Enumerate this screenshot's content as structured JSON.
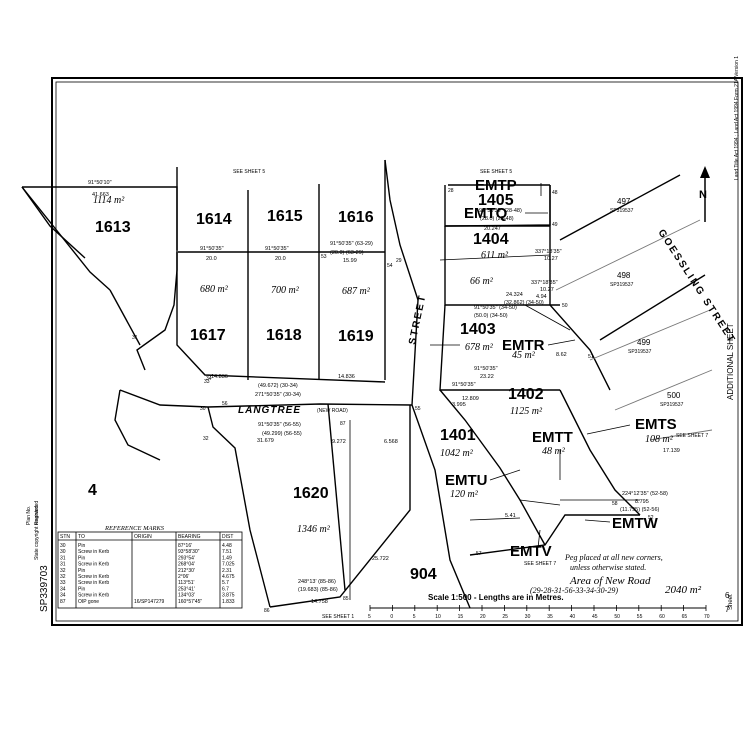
{
  "plan_number": "SP339703",
  "sheet": {
    "label": "Sheet",
    "number": "6",
    "total": "7"
  },
  "margin": {
    "top_right": "Land Title Act 1994 ; Land Act 1994 Form 21A Version 1",
    "left_top": "Plan No.",
    "left_copyright": "State copyright reserved.",
    "left_rcontrol": "Registered"
  },
  "additional_sheet": "ADDITIONAL SHEET",
  "north": "N",
  "sheet_refs": {
    "top_left": "SEE SHEET 5",
    "top_mid": "SEE SHEET 5",
    "right": "SEE SHEET 7",
    "bottom_mid": "SEE SHEET 7",
    "bottom_left": "SEE SHEET 1"
  },
  "roads": {
    "langtree": "LANGTREE",
    "langtree_note": "(NEW ROAD)",
    "street": "STREET",
    "goessling": "GOESSLING STREET"
  },
  "lots": [
    {
      "no": "1613",
      "area": "1114 m²"
    },
    {
      "no": "1614",
      "area": ""
    },
    {
      "no": "1615",
      "area": ""
    },
    {
      "no": "1616",
      "area": ""
    },
    {
      "no": "1617",
      "area": "680 m²"
    },
    {
      "no": "1618",
      "area": "700 m²"
    },
    {
      "no": "1619",
      "area": "687 m²"
    },
    {
      "no": "1620",
      "area": "1346 m²"
    },
    {
      "no": "1405",
      "area": ""
    },
    {
      "no": "1404",
      "area": "611 m²"
    },
    {
      "no": "1403",
      "area": "678 m²"
    },
    {
      "no": "1402",
      "area": "1125 m²"
    },
    {
      "no": "1401",
      "area": "1042 m²"
    },
    {
      "no": "4",
      "area": ""
    },
    {
      "no": "904",
      "area": ""
    }
  ],
  "easements": [
    {
      "id": "EMTP",
      "area": ""
    },
    {
      "id": "EMTQ",
      "area": "66 m²"
    },
    {
      "id": "EMTR",
      "area": "45 m²"
    },
    {
      "id": "EMTS",
      "area": "108 m²"
    },
    {
      "id": "EMTT",
      "area": "48 m²"
    },
    {
      "id": "EMTU",
      "area": "120 m²"
    },
    {
      "id": "EMTV",
      "area": ""
    },
    {
      "id": "EMTW",
      "area": ""
    }
  ],
  "adjoining": [
    {
      "lot": "497",
      "plan": "SP319537"
    },
    {
      "lot": "498",
      "plan": "SP319537"
    },
    {
      "lot": "499",
      "plan": "SP319537"
    },
    {
      "lot": "500",
      "plan": "SP319537"
    }
  ],
  "dimensions": {
    "d1": "91°50'10\"",
    "d2": "41.663",
    "d3": "91°50'35\"",
    "d4": "20.0",
    "d5": "91°50'35\"",
    "d6": "20.0",
    "d7": "91°50'35\" (63-29)",
    "d8": "(20.0) (63-29)",
    "d9": "15.99",
    "d10": "14.836",
    "d11": "(49.672) (30-34)",
    "d12": "271°50'35\" (30-34)",
    "d13": "14.836",
    "d14": "91°50'35\" (56-55)",
    "d15": "(49.299) (56-55)",
    "d16": "31.679",
    "d17": "9.272",
    "d18": "6.568",
    "d19": "91°50'35\" (28-48)",
    "d20": "(28.0) (28-48)",
    "d21": "20.247",
    "d22": "91°50'35\" (34-50)",
    "d23": "(50.0) (34-50)",
    "d24": "91°50'35\"",
    "d25": "23.22",
    "d26": "91°50'35\"",
    "d27": "12.809",
    "d28": "24.324",
    "d29": "(32.862) (34-50)",
    "d30": "337°18'35\"",
    "d31": "10.27",
    "d32": "224°12'35\" (52-58)",
    "d33": "8.795",
    "d34": "(11.795) (52-56)",
    "d35": "248°13' (85-86)",
    "d36": "(19.683) (85-86)",
    "d37": "14.758",
    "d38": "25.722",
    "d39": "17.139",
    "d40": "3.995",
    "d41": "4.94",
    "d42": "337°18'35\"",
    "d43": "10.27",
    "d44": "8.62",
    "d45": "5.41"
  },
  "stations": [
    "28",
    "29",
    "30",
    "31",
    "32",
    "33",
    "34",
    "48",
    "49",
    "50",
    "51",
    "52",
    "53",
    "54",
    "55",
    "56",
    "57",
    "58",
    "85",
    "86",
    "87"
  ],
  "reference_marks": {
    "title": "REFERENCE MARKS",
    "columns": [
      "STN",
      "TO",
      "ORIGIN",
      "BEARING",
      "DIST"
    ],
    "rows": [
      [
        "30",
        "Pin",
        "",
        "87°16'",
        "4.48"
      ],
      [
        "30",
        "Screw in Kerb",
        "",
        "93°58'30\"",
        "7.51"
      ],
      [
        "31",
        "Pin",
        "",
        "293°54'",
        "1.49"
      ],
      [
        "31",
        "Screw in Kerb",
        "",
        "268°04'",
        "7.025"
      ],
      [
        "32",
        "Pin",
        "",
        "212°30'",
        "2.31"
      ],
      [
        "32",
        "Screw in Kerb",
        "",
        "2°06'",
        "4.675"
      ],
      [
        "33",
        "Screw in Kerb",
        "",
        "113°51'",
        "5.7"
      ],
      [
        "34",
        "Pin",
        "",
        "253°41'",
        "6.7"
      ],
      [
        "34",
        "Screw in Kerb",
        "",
        "134°03'",
        "3.875"
      ],
      [
        "87",
        "OIP gone",
        "16/SP147279",
        "160°57'45\"",
        "1.833"
      ]
    ]
  },
  "notes": {
    "peg": "Peg placed at all new corners,",
    "peg2": "unless otherwise stated.",
    "new_road": "Area of New Road",
    "new_road_stations": "(29-28-31-56-33-34-30-29)",
    "new_road_area": "2040 m²"
  },
  "scale": {
    "text": "Scale 1:500 - Lengths are in Metres.",
    "ticks": [
      "5",
      "0",
      "5",
      "10",
      "15",
      "20",
      "25",
      "30",
      "35",
      "40",
      "45",
      "50",
      "55",
      "60",
      "65",
      "70"
    ]
  }
}
